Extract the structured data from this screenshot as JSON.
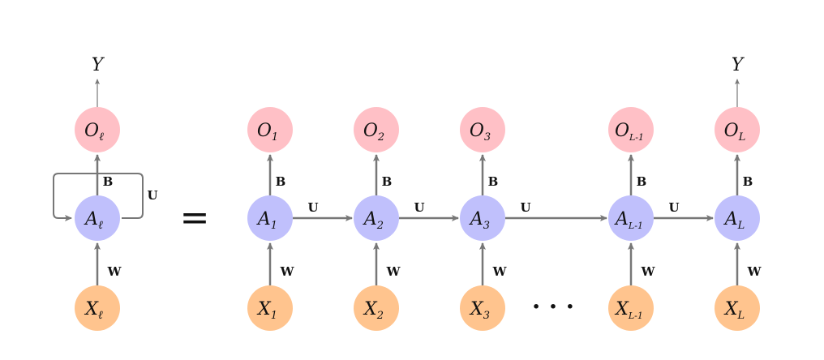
{
  "colors": {
    "output": "#ffc0c6",
    "hidden": "#c0c0fc",
    "input": "#ffc48e",
    "arrow": "#777777",
    "text": "#111111"
  },
  "equals_sign": "=",
  "ellipsis": "· · ·",
  "folded": {
    "y_label": "Y",
    "output": {
      "letter": "O",
      "sub": "ℓ"
    },
    "hidden": {
      "letter": "A",
      "sub": "ℓ"
    },
    "input": {
      "letter": "X",
      "sub": "ℓ"
    },
    "edge_b": "B",
    "edge_u": "U",
    "edge_w": "W"
  },
  "unrolled": {
    "edge_b": "B",
    "edge_u": "U",
    "edge_w": "W",
    "y_label": "Y",
    "steps": [
      {
        "output": {
          "letter": "O",
          "sub": "1"
        },
        "hidden": {
          "letter": "A",
          "sub": "1"
        },
        "input": {
          "letter": "X",
          "sub": "1"
        }
      },
      {
        "output": {
          "letter": "O",
          "sub": "2"
        },
        "hidden": {
          "letter": "A",
          "sub": "2"
        },
        "input": {
          "letter": "X",
          "sub": "2"
        }
      },
      {
        "output": {
          "letter": "O",
          "sub": "3"
        },
        "hidden": {
          "letter": "A",
          "sub": "3"
        },
        "input": {
          "letter": "X",
          "sub": "3"
        }
      },
      {
        "output": {
          "letter": "O",
          "sub": "L-1"
        },
        "hidden": {
          "letter": "A",
          "sub": "L-1"
        },
        "input": {
          "letter": "X",
          "sub": "L-1"
        }
      },
      {
        "output": {
          "letter": "O",
          "sub": "L"
        },
        "hidden": {
          "letter": "A",
          "sub": "L"
        },
        "input": {
          "letter": "X",
          "sub": "L"
        }
      }
    ]
  }
}
